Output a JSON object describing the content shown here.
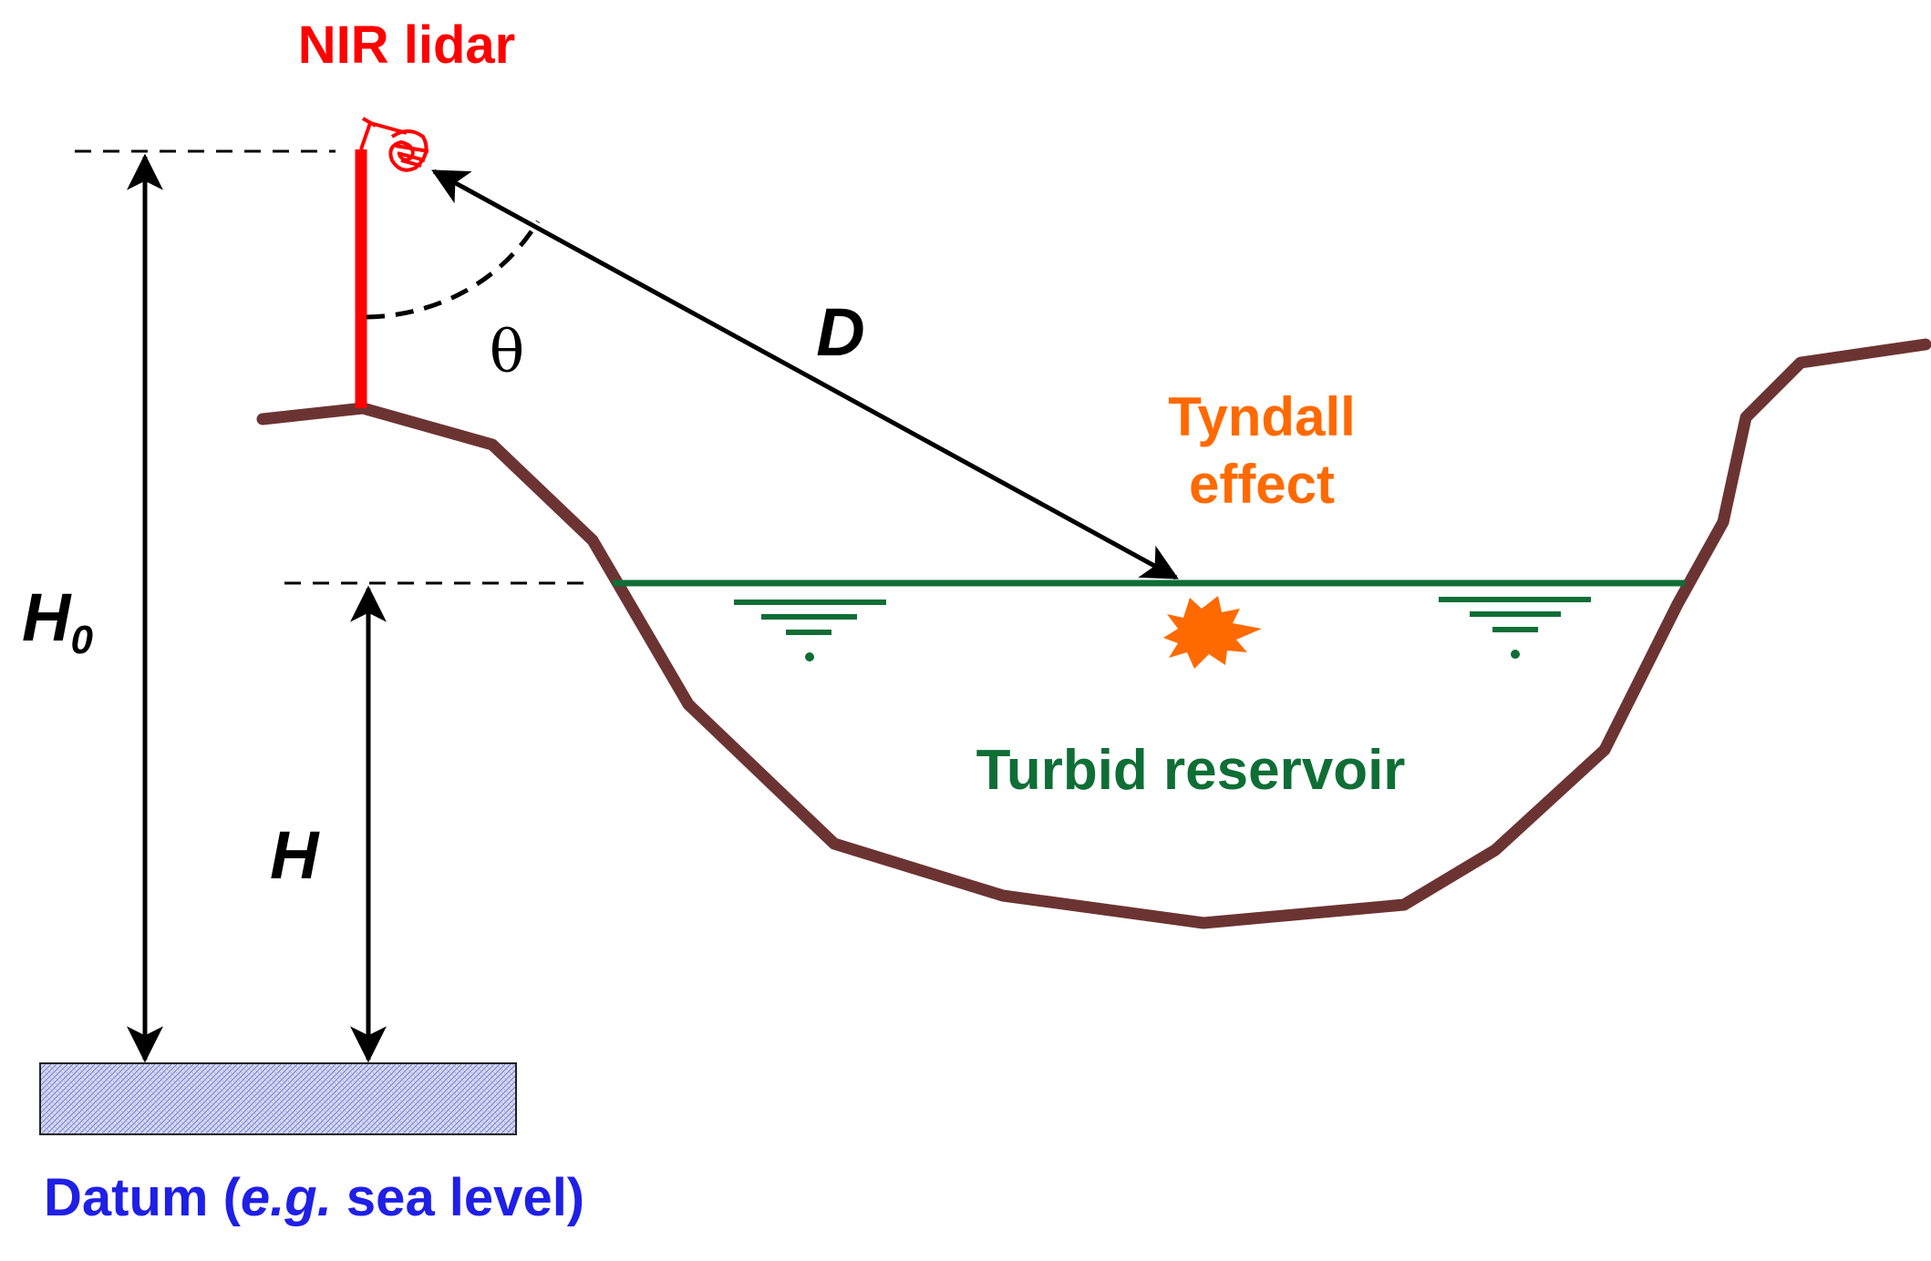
{
  "labels": {
    "lidar": "NIR lidar",
    "distance": "D",
    "angle": "θ",
    "tyndall_line1": "Tyndall",
    "tyndall_line2": "effect",
    "reservoir": "Turbid reservoir",
    "total_height_main": "H",
    "total_height_sub": "0",
    "water_height": "H",
    "datum_prefix": "Datum (",
    "datum_eg": "e.g.",
    "datum_suffix": " sea level)"
  },
  "colors": {
    "lidar": "#ff0000",
    "ground": "#6b3432",
    "water": "#0f6e35",
    "tyndall": "#ff6a00",
    "datum_text": "#1f1fe6",
    "datum_fill": "#c9cdf2",
    "arrows": "#000000"
  },
  "icons": {
    "lidar_instrument": "lidar-scanner-icon",
    "water_symbol": "water-level-icon",
    "scatter_burst": "tyndall-burst-icon"
  }
}
